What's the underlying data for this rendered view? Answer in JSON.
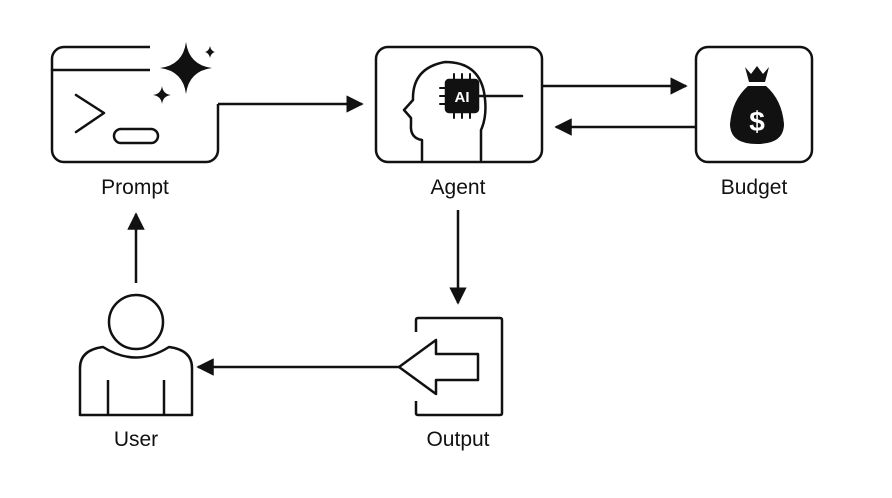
{
  "nodes": {
    "prompt": {
      "label": "Prompt",
      "icon": "terminal-sparkle-icon"
    },
    "agent": {
      "label": "Agent",
      "icon": "ai-head-icon",
      "chip_text": "AI"
    },
    "budget": {
      "label": "Budget",
      "icon": "money-bag-icon",
      "symbol": "$"
    },
    "output": {
      "label": "Output",
      "icon": "output-arrow-icon"
    },
    "user": {
      "label": "User",
      "icon": "user-icon"
    }
  },
  "colors": {
    "stroke": "#111111",
    "background": "#ffffff"
  }
}
